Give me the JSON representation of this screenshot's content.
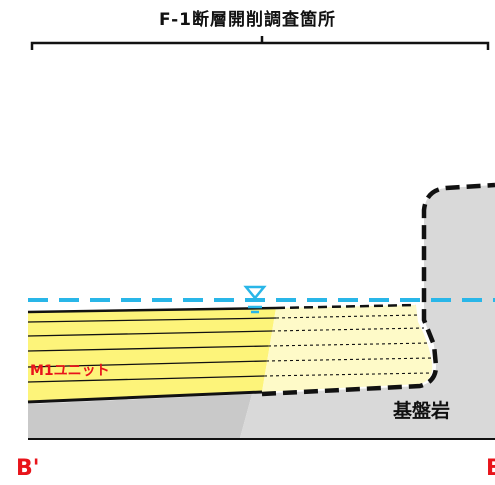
{
  "title": "F-1断層開削調査箇所",
  "units": {
    "m1": "M1ユニット",
    "bedrock": "基盤岩"
  },
  "section_ends": {
    "left": "B'",
    "right": "B"
  },
  "colors": {
    "m1_fill": "#fdf47a",
    "m1_fill_light": "#fefac8",
    "bedrock_fill": "#d9d9d9",
    "bedrock_fill_dark": "#c9c9c9",
    "water_table": "#29b6e8",
    "label_red": "#e8141b",
    "line_black": "#111111"
  },
  "symbols": {
    "water_level_marker": "water-level-triangle-icon"
  }
}
